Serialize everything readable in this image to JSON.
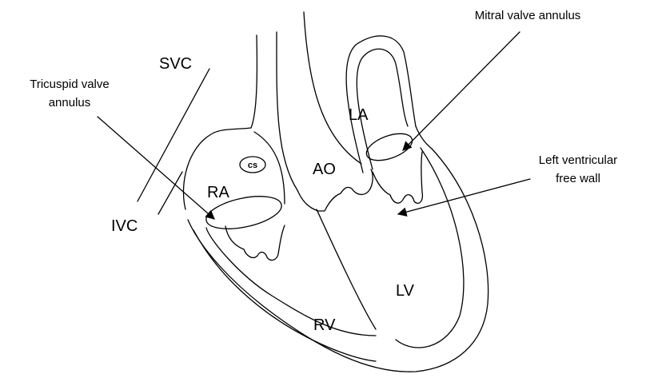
{
  "labels": {
    "svc": "SVC",
    "ivc": "IVC",
    "ra": "RA",
    "cs": "cs",
    "ao": "AO",
    "la": "LA",
    "lv": "LV",
    "rv": "RV"
  },
  "annotations": {
    "tricuspid_line1": "Tricuspid valve",
    "tricuspid_line2": "annulus",
    "mitral": "Mitral valve annulus",
    "lv_wall_line1": "Left ventricular",
    "lv_wall_line2": "free wall"
  },
  "colors": {
    "stroke": "#000000",
    "background": "#ffffff"
  }
}
